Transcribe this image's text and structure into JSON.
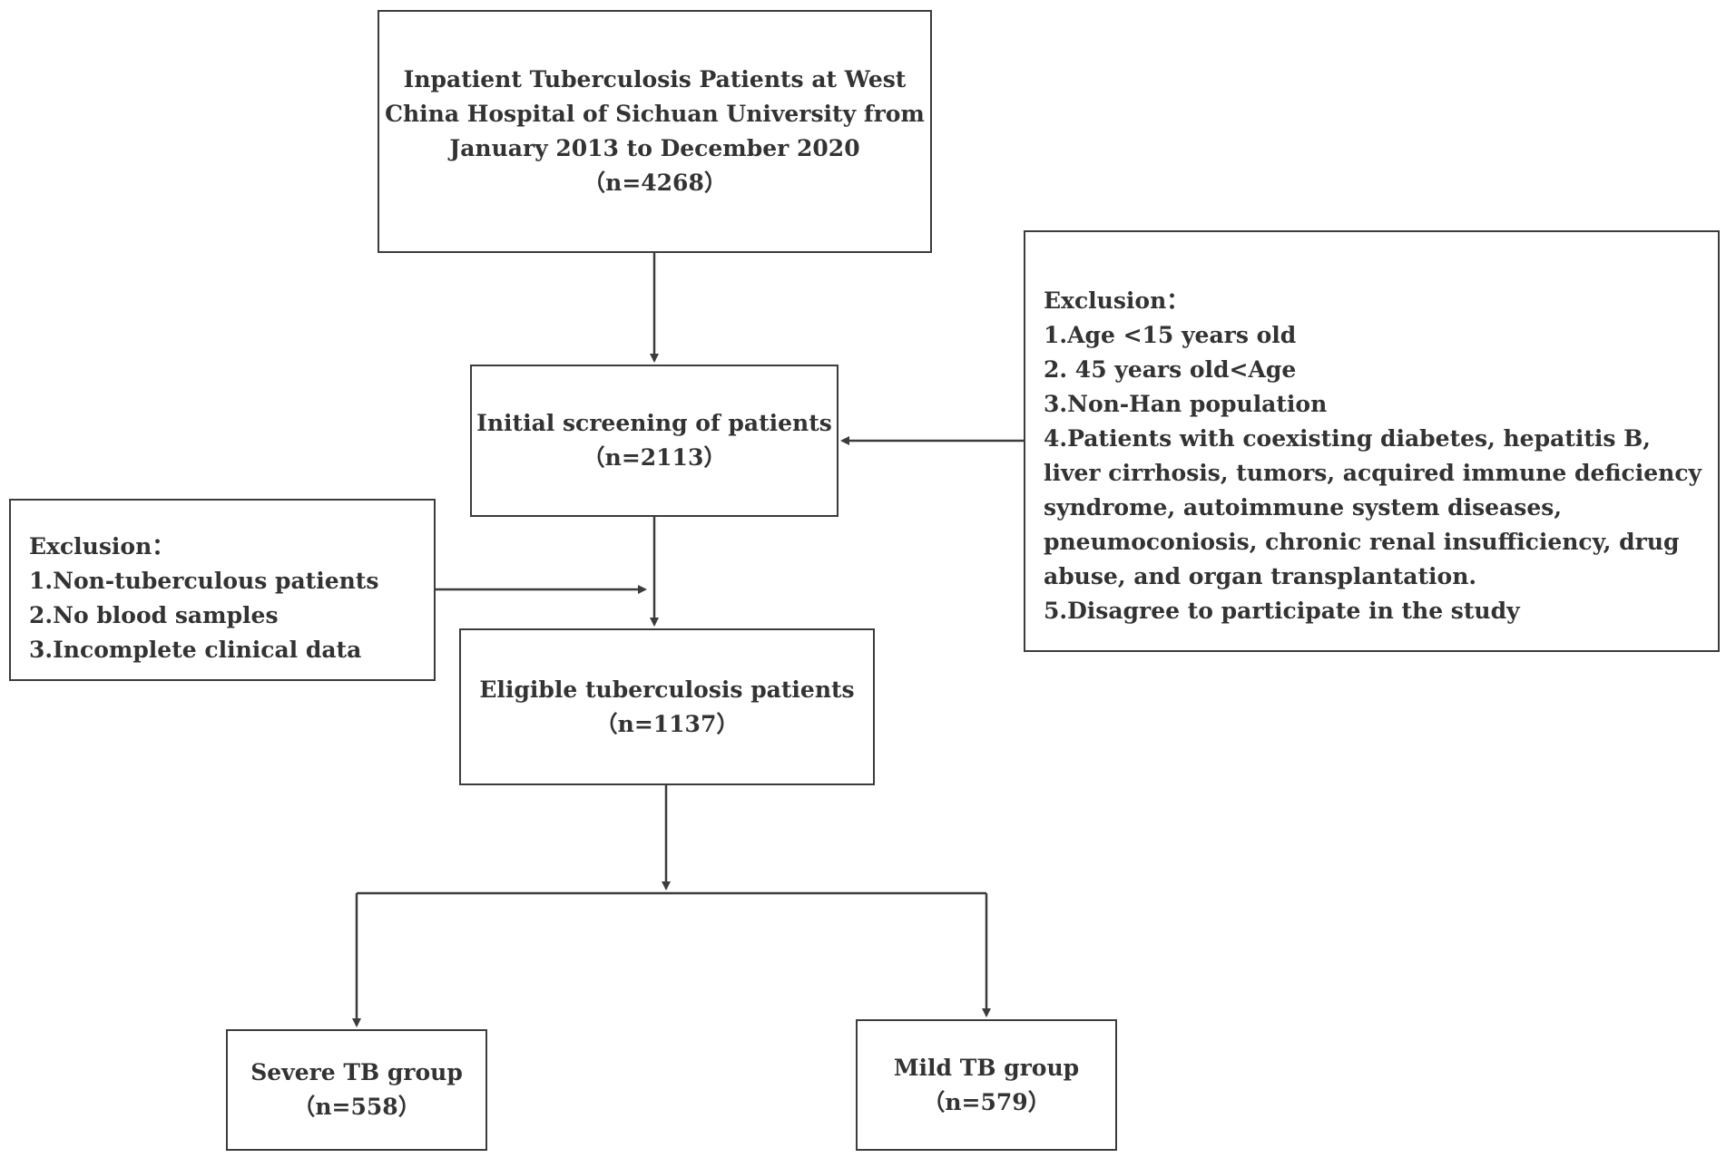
{
  "source_box": {
    "lines": [
      "Inpatient Tuberculosis Patients at West",
      "China Hospital of Sichuan University from",
      "January 2013 to December 2020"
    ],
    "count": "（n=4268）"
  },
  "screening_box": {
    "title": "Initial screening of patients",
    "count": "（n=2113）"
  },
  "exclusion_right": {
    "heading": "Exclusion：",
    "items": [
      "1.Age <15 years old",
      "2. 45 years old<Age",
      "3.Non-Han population",
      "4.Patients with coexisting diabetes, hepatitis B, liver cirrhosis, tumors, acquired immune deficiency syndrome, autoimmune system diseases, pneumoconiosis, chronic renal insufficiency, drug abuse, and organ transplantation.",
      "5.Disagree to participate in the study"
    ]
  },
  "exclusion_left": {
    "heading": "Exclusion：",
    "items": [
      "1.Non-tuberculous patients",
      "2.No blood samples",
      "3.Incomplete clinical data"
    ]
  },
  "eligible_box": {
    "title": "Eligible tuberculosis patients",
    "count": "（n=1137）"
  },
  "severe_box": {
    "title": "Severe TB group",
    "count": "（n=558）"
  },
  "mild_box": {
    "title": "Mild TB group",
    "count": "（n=579）"
  },
  "colors": {
    "line": "#3c3c3c",
    "text": "#333333",
    "background": "#ffffff"
  }
}
